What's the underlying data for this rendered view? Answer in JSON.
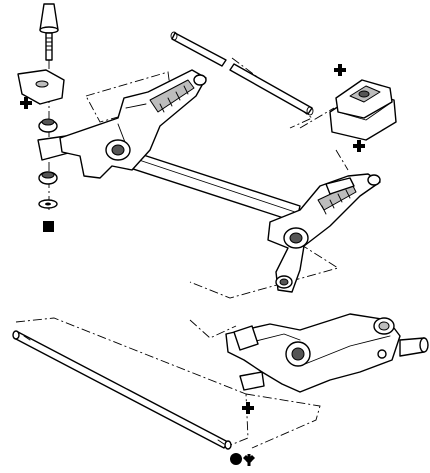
{
  "colors": {
    "line": "#000000",
    "shade": "#bdbdbd",
    "background": "#ffffff"
  },
  "symbols": {
    "cross": "plus-symbol",
    "square": "square-symbol",
    "dot": "dot-symbol",
    "star": "cross-star-symbol"
  }
}
